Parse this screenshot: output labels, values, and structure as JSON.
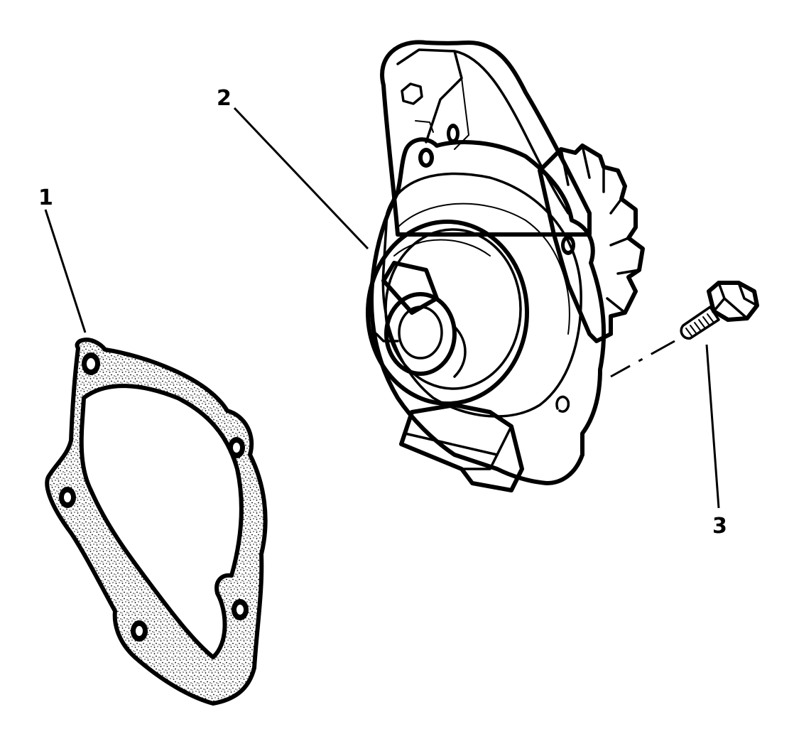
{
  "callouts": {
    "gasket": "1",
    "pump": "2",
    "bolt": "3"
  },
  "colors": {
    "ink": "#000000",
    "paper": "#ffffff"
  }
}
